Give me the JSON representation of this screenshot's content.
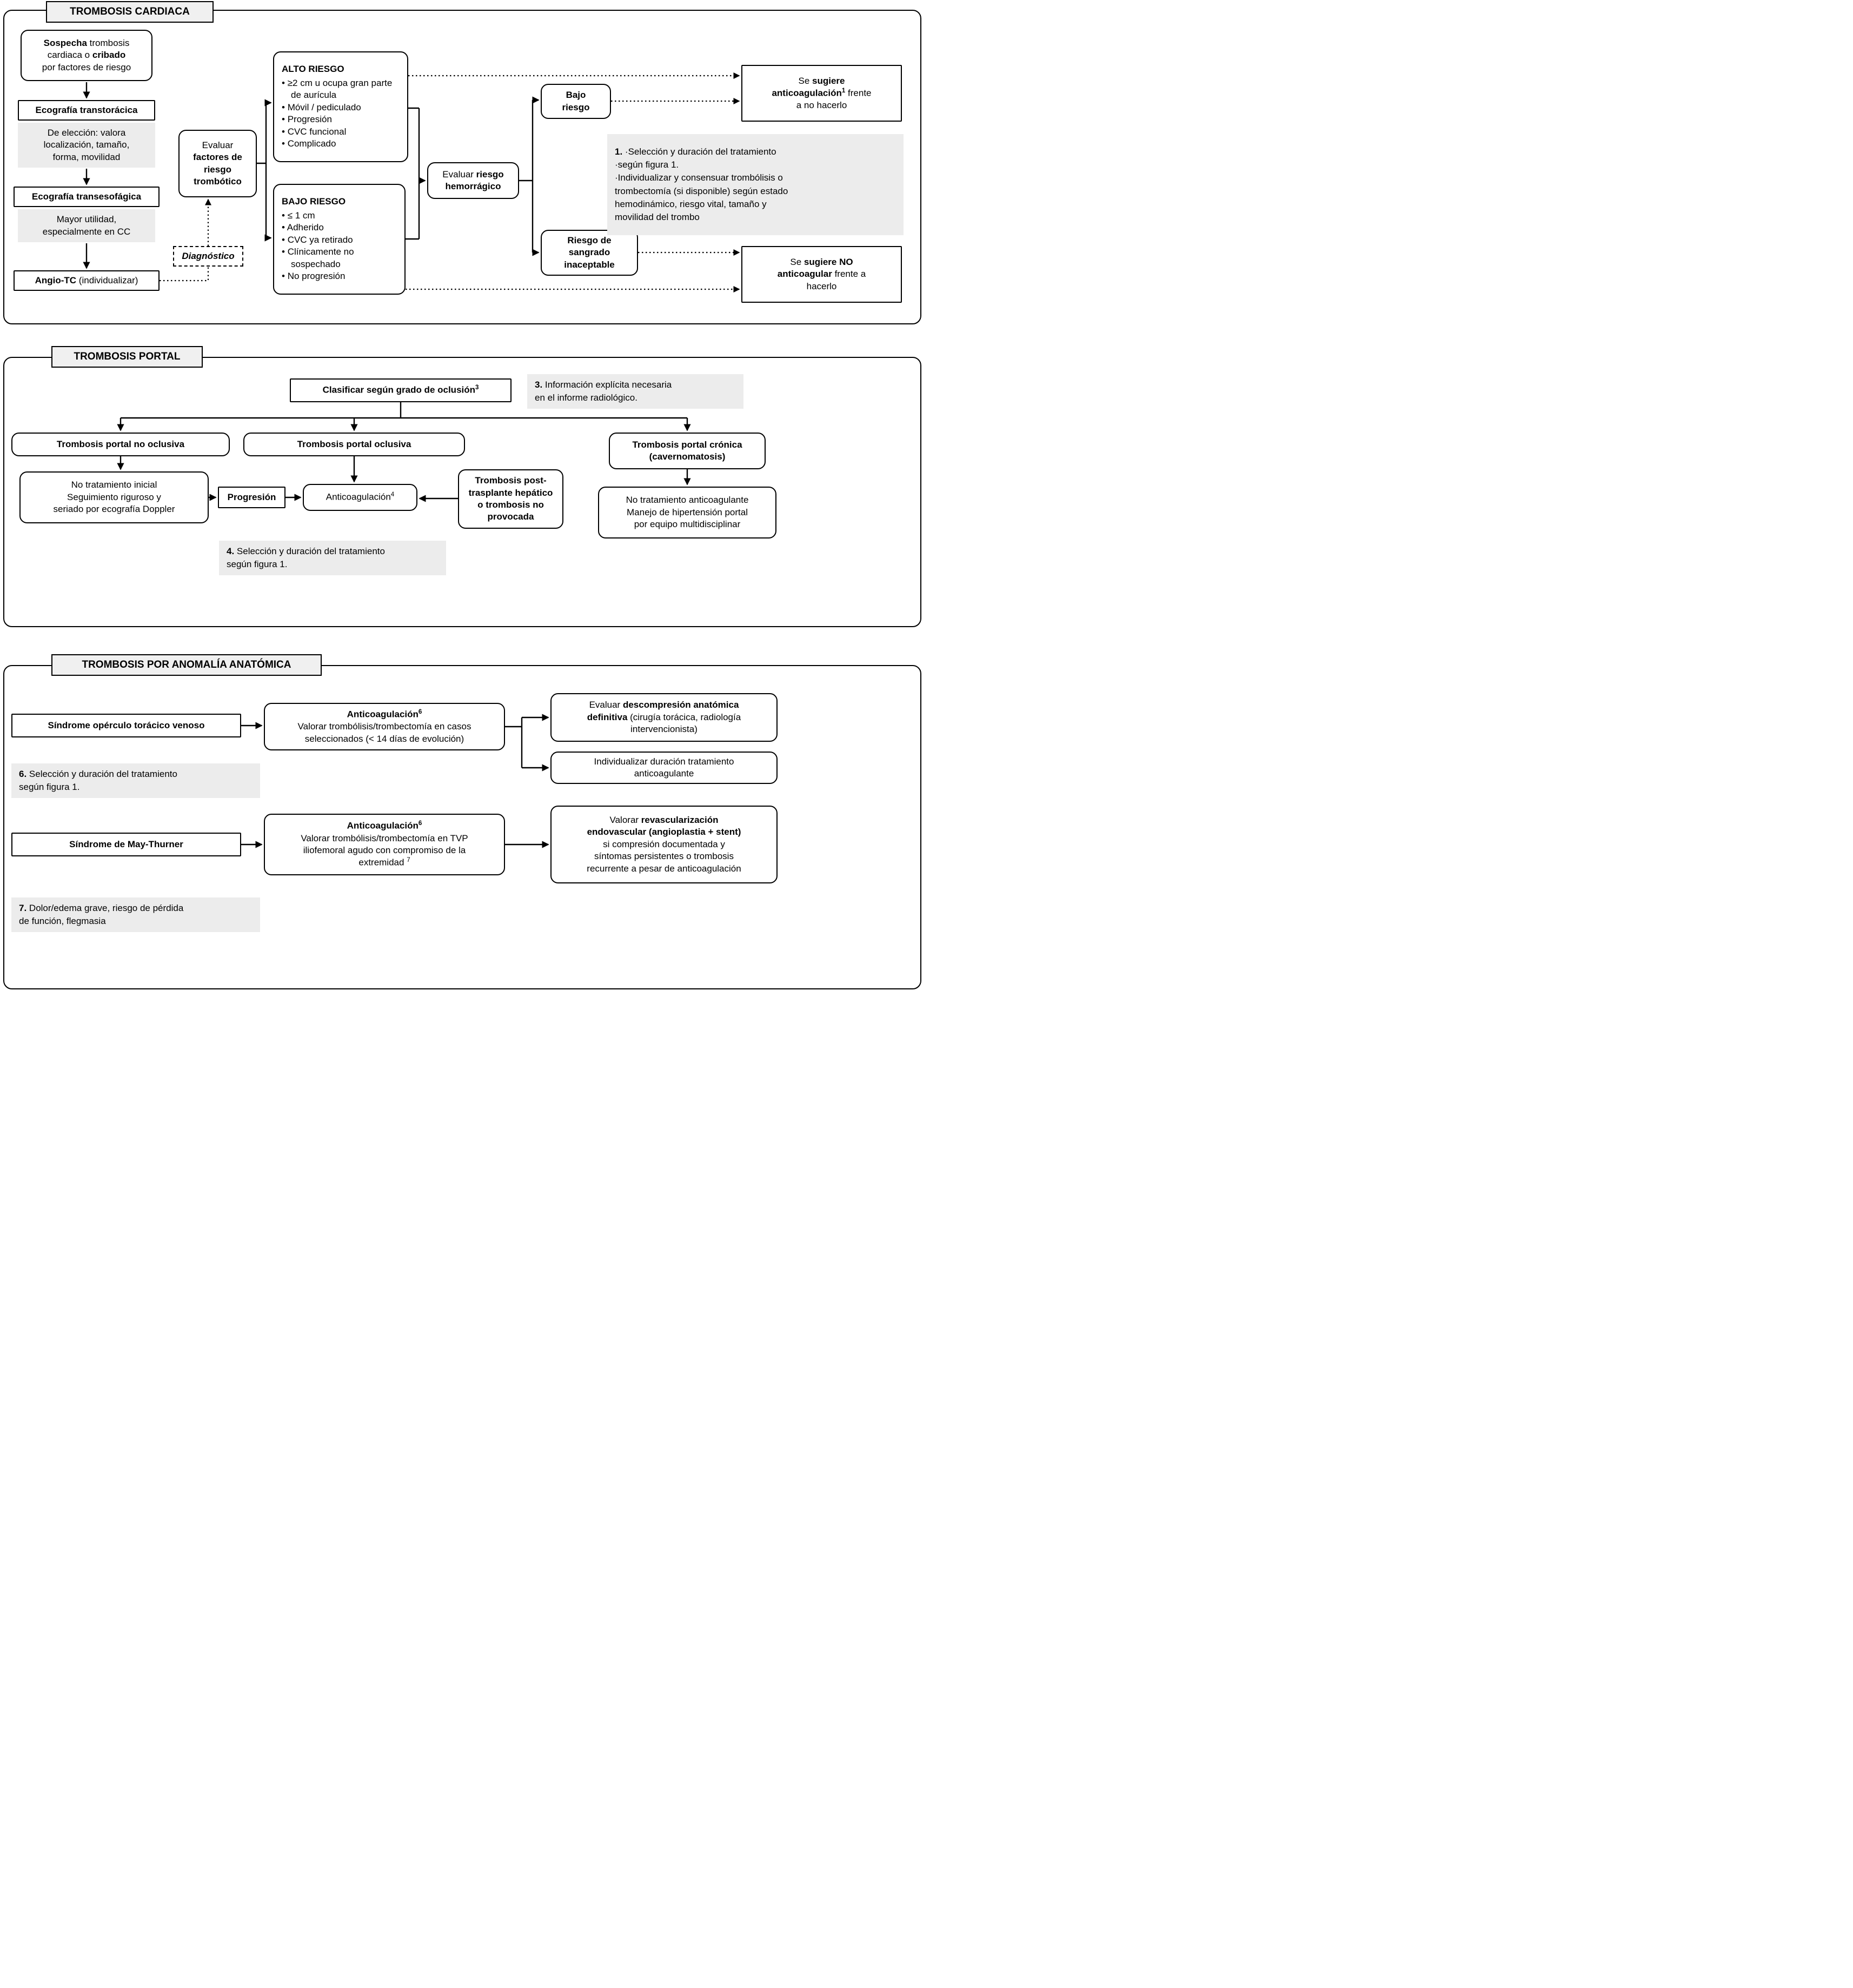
{
  "colors": {
    "panel_border": "#000000",
    "note_bg": "#ececec",
    "title_bg": "#f0f0f0",
    "box_bg": "#ffffff",
    "line": "#000000"
  },
  "cardiaca": {
    "title": "TROMBOSIS CARDIACA",
    "sospecha_runs": [
      {
        "t": "Sospecha",
        "b": true
      },
      {
        "t": " trombosis"
      },
      {
        "br": true
      },
      {
        "t": "cardiaca o "
      },
      {
        "t": "cribado",
        "b": true
      },
      {
        "br": true
      },
      {
        "t": "por factores de riesgo"
      }
    ],
    "eco_transtoracica": "Ecografía transtorácica",
    "eco_tt_note_runs": [
      {
        "t": "De elección: valora"
      },
      {
        "br": true
      },
      {
        "t": "localización, tamaño,"
      },
      {
        "br": true
      },
      {
        "t": "forma, movilidad"
      }
    ],
    "eco_transesofagica": "Ecografía transesofágica",
    "eco_te_note_runs": [
      {
        "t": "Mayor utilidad,"
      },
      {
        "br": true
      },
      {
        "t": "especialmente en CC"
      }
    ],
    "angio_runs": [
      {
        "t": "Angio-TC",
        "b": true
      },
      {
        "t": " (individualizar)"
      }
    ],
    "diagnostico": "Diagnóstico",
    "evaluar_factores_runs": [
      {
        "t": "Evaluar"
      },
      {
        "br": true
      },
      {
        "t": "factores de",
        "b": true
      },
      {
        "br": true
      },
      {
        "t": "riesgo",
        "b": true
      },
      {
        "br": true
      },
      {
        "t": "trombótico",
        "b": true
      }
    ],
    "alto": {
      "title": "ALTO RIESGO",
      "items": [
        "≥2 cm u ocupa gran parte de aurícula",
        "Móvil / pediculado",
        "Progresión",
        "CVC funcional",
        "Complicado"
      ]
    },
    "bajo": {
      "title": "BAJO RIESGO",
      "items": [
        "≤ 1 cm",
        "Adherido",
        "CVC ya retirado",
        "Clínicamente no sospechado",
        "No progresión"
      ]
    },
    "evaluar_hemorragico_runs": [
      {
        "t": "Evaluar "
      },
      {
        "t": "riesgo",
        "b": true
      },
      {
        "br": true
      },
      {
        "t": "hemorrágico",
        "b": true
      }
    ],
    "bajo_riesgo_runs": [
      {
        "t": "Bajo",
        "b": true
      },
      {
        "br": true
      },
      {
        "t": "riesgo",
        "b": true
      }
    ],
    "riesgo_sangrado_runs": [
      {
        "t": "Riesgo de",
        "b": true
      },
      {
        "br": true
      },
      {
        "t": "sangrado",
        "b": true
      },
      {
        "br": true
      },
      {
        "t": "inaceptable",
        "b": true
      }
    ],
    "sugiere_anticoagulacion_runs": [
      {
        "t": "Se "
      },
      {
        "t": "sugiere",
        "b": true
      },
      {
        "br": true
      },
      {
        "t": "anticoagulación",
        "b": true
      },
      {
        "t": "1",
        "b": true,
        "sup": true
      },
      {
        "t": " frente"
      },
      {
        "br": true
      },
      {
        "t": "a no hacerlo"
      }
    ],
    "nota1_runs": [
      {
        "t": "1.",
        "b": true
      },
      {
        "t": " ·Selección y duración del tratamiento"
      },
      {
        "br": true
      },
      {
        "t": "·según figura 1."
      },
      {
        "br": true
      },
      {
        "t": "·Individualizar y consensuar trombólisis o"
      },
      {
        "br": true
      },
      {
        "t": "trombectomía (si disponible) según estado"
      },
      {
        "br": true
      },
      {
        "t": "hemodinámico, riesgo vital, tamaño y"
      },
      {
        "br": true
      },
      {
        "t": "movilidad del trombo"
      }
    ],
    "sugiere_no_runs": [
      {
        "t": "Se "
      },
      {
        "t": "sugiere NO",
        "b": true
      },
      {
        "br": true
      },
      {
        "t": "anticoagular",
        "b": true
      },
      {
        "t": " frente a"
      },
      {
        "br": true
      },
      {
        "t": "hacerlo"
      }
    ]
  },
  "portal": {
    "title": "TROMBOSIS PORTAL",
    "clasificar_runs": [
      {
        "t": "Clasificar según grado de oclusión",
        "b": true
      },
      {
        "t": "3",
        "b": true,
        "sup": true
      }
    ],
    "nota3_runs": [
      {
        "t": "3.",
        "b": true
      },
      {
        "t": " Información explícita necesaria"
      },
      {
        "br": true
      },
      {
        "t": "en el informe radiológico."
      }
    ],
    "no_oclusiva": "Trombosis portal no oclusiva",
    "oclusiva": "Trombosis portal oclusiva",
    "cronica_runs": [
      {
        "t": "Trombosis portal crónica",
        "b": true
      },
      {
        "br": true
      },
      {
        "t": "(cavernomatosis)",
        "b": true
      }
    ],
    "seguimiento_runs": [
      {
        "t": "No tratamiento inicial"
      },
      {
        "br": true
      },
      {
        "t": "Seguimiento riguroso y"
      },
      {
        "br": true
      },
      {
        "t": "seriado por ecografía Doppler"
      }
    ],
    "progresion": "Progresión",
    "anticoagulacion_runs": [
      {
        "t": "Anticoagulación"
      },
      {
        "t": "4",
        "sup": true
      }
    ],
    "post_trasplante_runs": [
      {
        "t": "Trombosis post-",
        "b": true
      },
      {
        "br": true
      },
      {
        "t": "trasplante hepático",
        "b": true
      },
      {
        "br": true
      },
      {
        "t": "o trombosis no",
        "b": true
      },
      {
        "br": true
      },
      {
        "t": "provocada",
        "b": true
      }
    ],
    "nota4_runs": [
      {
        "t": "4.",
        "b": true
      },
      {
        "t": " Selección y duración del tratamiento"
      },
      {
        "br": true
      },
      {
        "t": "según figura 1."
      }
    ],
    "cronica_manejo_runs": [
      {
        "t": "No tratamiento anticoagulante"
      },
      {
        "br": true
      },
      {
        "t": "Manejo de hipertensión portal"
      },
      {
        "br": true
      },
      {
        "t": "por equipo multidisciplinar"
      }
    ]
  },
  "anatomica": {
    "title": "TROMBOSIS POR ANOMALÍA ANATÓMICA",
    "operculo": "Síndrome opérculo torácico venoso",
    "anticoag_operculo_runs": [
      {
        "t": "Anticoagulación",
        "b": true
      },
      {
        "t": "6",
        "b": true,
        "sup": true
      },
      {
        "br": true
      },
      {
        "t": "Valorar trombólisis/trombectomía en casos"
      },
      {
        "br": true
      },
      {
        "t": "seleccionados (< 14 días de evolución)"
      }
    ],
    "descompresion_runs": [
      {
        "t": "Evaluar "
      },
      {
        "t": "descompresión anatómica",
        "b": true
      },
      {
        "br": true
      },
      {
        "t": "definitiva",
        "b": true
      },
      {
        "t": " (cirugía torácica, radiología"
      },
      {
        "br": true
      },
      {
        "t": "intervencionista)"
      }
    ],
    "individualizar_runs": [
      {
        "t": "Individualizar duración tratamiento"
      },
      {
        "br": true
      },
      {
        "t": "anticoagulante"
      }
    ],
    "nota6_runs": [
      {
        "t": "6.",
        "b": true
      },
      {
        "t": " Selección y duración del tratamiento"
      },
      {
        "br": true
      },
      {
        "t": "según figura 1."
      }
    ],
    "maythurner": "Síndrome de May-Thurner",
    "anticoag_maythurner_runs": [
      {
        "t": "Anticoagulación",
        "b": true
      },
      {
        "t": "6",
        "b": true,
        "sup": true
      },
      {
        "br": true
      },
      {
        "t": "Valorar trombólisis/trombectomía en TVP"
      },
      {
        "br": true
      },
      {
        "t": "iliofemoral agudo con compromiso de la"
      },
      {
        "br": true
      },
      {
        "t": "extremidad "
      },
      {
        "t": "7",
        "sup": true
      }
    ],
    "revascularizacion_runs": [
      {
        "t": "Valorar "
      },
      {
        "t": "revascularización",
        "b": true
      },
      {
        "br": true
      },
      {
        "t": "endovascular (angioplastia + stent)",
        "b": true
      },
      {
        "br": true
      },
      {
        "t": "si compresión documentada y"
      },
      {
        "br": true
      },
      {
        "t": "síntomas persistentes o trombosis"
      },
      {
        "br": true
      },
      {
        "t": "recurrente a pesar de anticoagulación"
      }
    ],
    "nota7_runs": [
      {
        "t": "7.",
        "b": true
      },
      {
        "t": " Dolor/edema grave, riesgo de pérdida"
      },
      {
        "br": true
      },
      {
        "t": "de función, flegmasia"
      }
    ]
  }
}
